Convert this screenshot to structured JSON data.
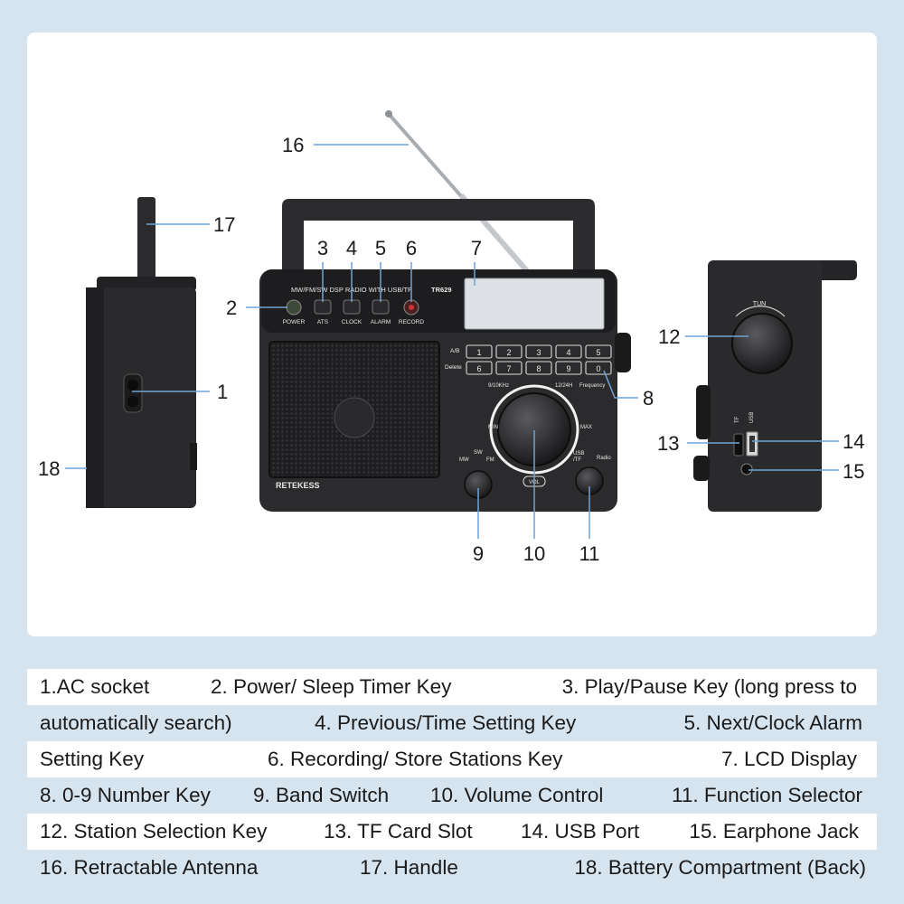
{
  "callouts": [
    "1",
    "2",
    "3",
    "4",
    "5",
    "6",
    "7",
    "8",
    "9",
    "10",
    "11",
    "12",
    "13",
    "14",
    "15",
    "16",
    "17",
    "18"
  ],
  "device": {
    "brand": "RETEKESS",
    "model": "TR629",
    "band_text": "MW/FM/SW DSP RADIO WITH USB/TF",
    "buttons": [
      "POWER",
      "ATS",
      "CLOCK",
      "ALARM",
      "RECORD"
    ],
    "keypad": [
      "1",
      "2",
      "3",
      "4",
      "5",
      "6",
      "7",
      "8",
      "9",
      "0"
    ],
    "keypad_labels": {
      "ab": "A/B",
      "delete": "Delete",
      "step": "9/10KHz",
      "clock": "12/24H",
      "freq": "Frequency"
    },
    "dial_labels": {
      "min": "MIN",
      "max": "MAX",
      "vol": "VOL",
      "sw": "SW",
      "mw": "MW",
      "fm": "FM",
      "usb": "USB",
      "tf": "/TF",
      "radio": "Radio"
    },
    "side_labels": {
      "tun": "TUN",
      "tf": "TF",
      "usb": "USB"
    }
  },
  "legend": {
    "rows": [
      [
        "1.AC socket",
        "2. Power/ Sleep Timer Key",
        "3. Play/Pause Key (long press to"
      ],
      [
        "automatically search)",
        "4. Previous/Time Setting Key",
        "5. Next/Clock Alarm"
      ],
      [
        "Setting Key",
        "6. Recording/ Store Stations Key",
        "7. LCD Display"
      ],
      [
        "8. 0-9 Number Key",
        "9. Band Switch",
        "10. Volume Control",
        "11. Function Selector"
      ],
      [
        "12. Station Selection Key",
        "13. TF Card Slot",
        "14. USB Port",
        "15. Earphone Jack"
      ],
      [
        "16. Retractable Antenna",
        "17. Handle",
        "18. Battery Compartment (Back)"
      ]
    ]
  },
  "colors": {
    "page_bg": "#d6e4f0",
    "panel": "#ffffff",
    "device": "#2b2b2d",
    "leader": "#6fa3d8",
    "display": "#dde0e4"
  }
}
